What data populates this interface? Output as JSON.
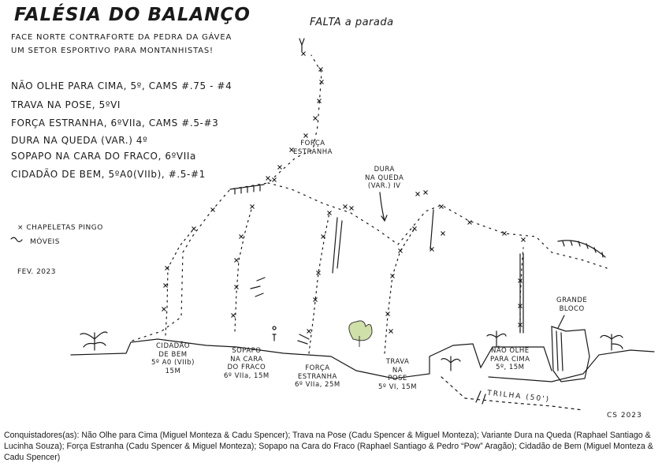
{
  "title": "FALÉSIA DO BALANÇO",
  "subtitle_lines": [
    "FACE NORTE CONTRAFORTE DA PEDRA DA GÁVEA",
    "UM SETOR ESPORTIVO PARA MONTANHISTAS!"
  ],
  "top_note": "FALTA a parada",
  "routes_list": [
    "NÃO OLHE PARA CIMA, 5º, CAMS #.75 - #4",
    "TRAVA NA POSE, 5ºVI",
    "FORÇA ESTRANHA, 6ºVIIa, CAMS #.5-#3",
    "DURA NA QUEDA (VAR.) 4º",
    "SOPAPO NA CARA DO FRACO, 6ºVIIa",
    "CIDADÃO DE BEM, 5ºA0(VIIb), #.5-#1"
  ],
  "legend": {
    "bolts": "× CHAPELETAS PINGO",
    "gear": "MÓVEIS"
  },
  "date": "FEV. 2023",
  "topo_labels": {
    "forca_top": [
      "FORÇA",
      "ESTRANHA"
    ],
    "dura_top": [
      "DURA",
      "NA QUEDA",
      "(VAR.) IV"
    ],
    "grande_bloco": [
      "GRANDE",
      "BLOCO"
    ],
    "cidadao": [
      "CIDADÃO",
      "DE BEM",
      "5º A0 (VIIb)",
      "15M"
    ],
    "sopapo": [
      "SOPAPO",
      "NA CARA",
      "DO FRACO",
      "6º VIIa, 15M"
    ],
    "forca_base": [
      "FORÇA",
      "ESTRANHA",
      "6º VIIa, 25M"
    ],
    "trava": [
      "TRAVA",
      "NA",
      "POSE",
      "5º VI, 15M"
    ],
    "nao_olhe": [
      "NÃO OLHE",
      "PARA CIMA",
      "5º, 15M"
    ],
    "trilha": "TRILHA (50')",
    "signature": "CS 2023"
  },
  "conquistadores": "Conquistadores(as): Não Olhe para Cima (Miguel Monteza & Cadu Spencer); Trava na Pose (Cadu Spencer & Miguel Monteza); Variante Dura na Queda (Raphael Santiago & Lucinha Souza); Força Estranha (Cadu Spencer & Miguel Monteza); Sopapo na Cara do Fraco (Raphael Santiago & Pedro “Pow” Aragão); Cidadão de Bem (Miguel Monteza & Cadu Spencer)",
  "colors": {
    "ink": "#1a1a1a",
    "plant": "#cfe0a8",
    "plant_stroke": "#3a3a3a"
  }
}
